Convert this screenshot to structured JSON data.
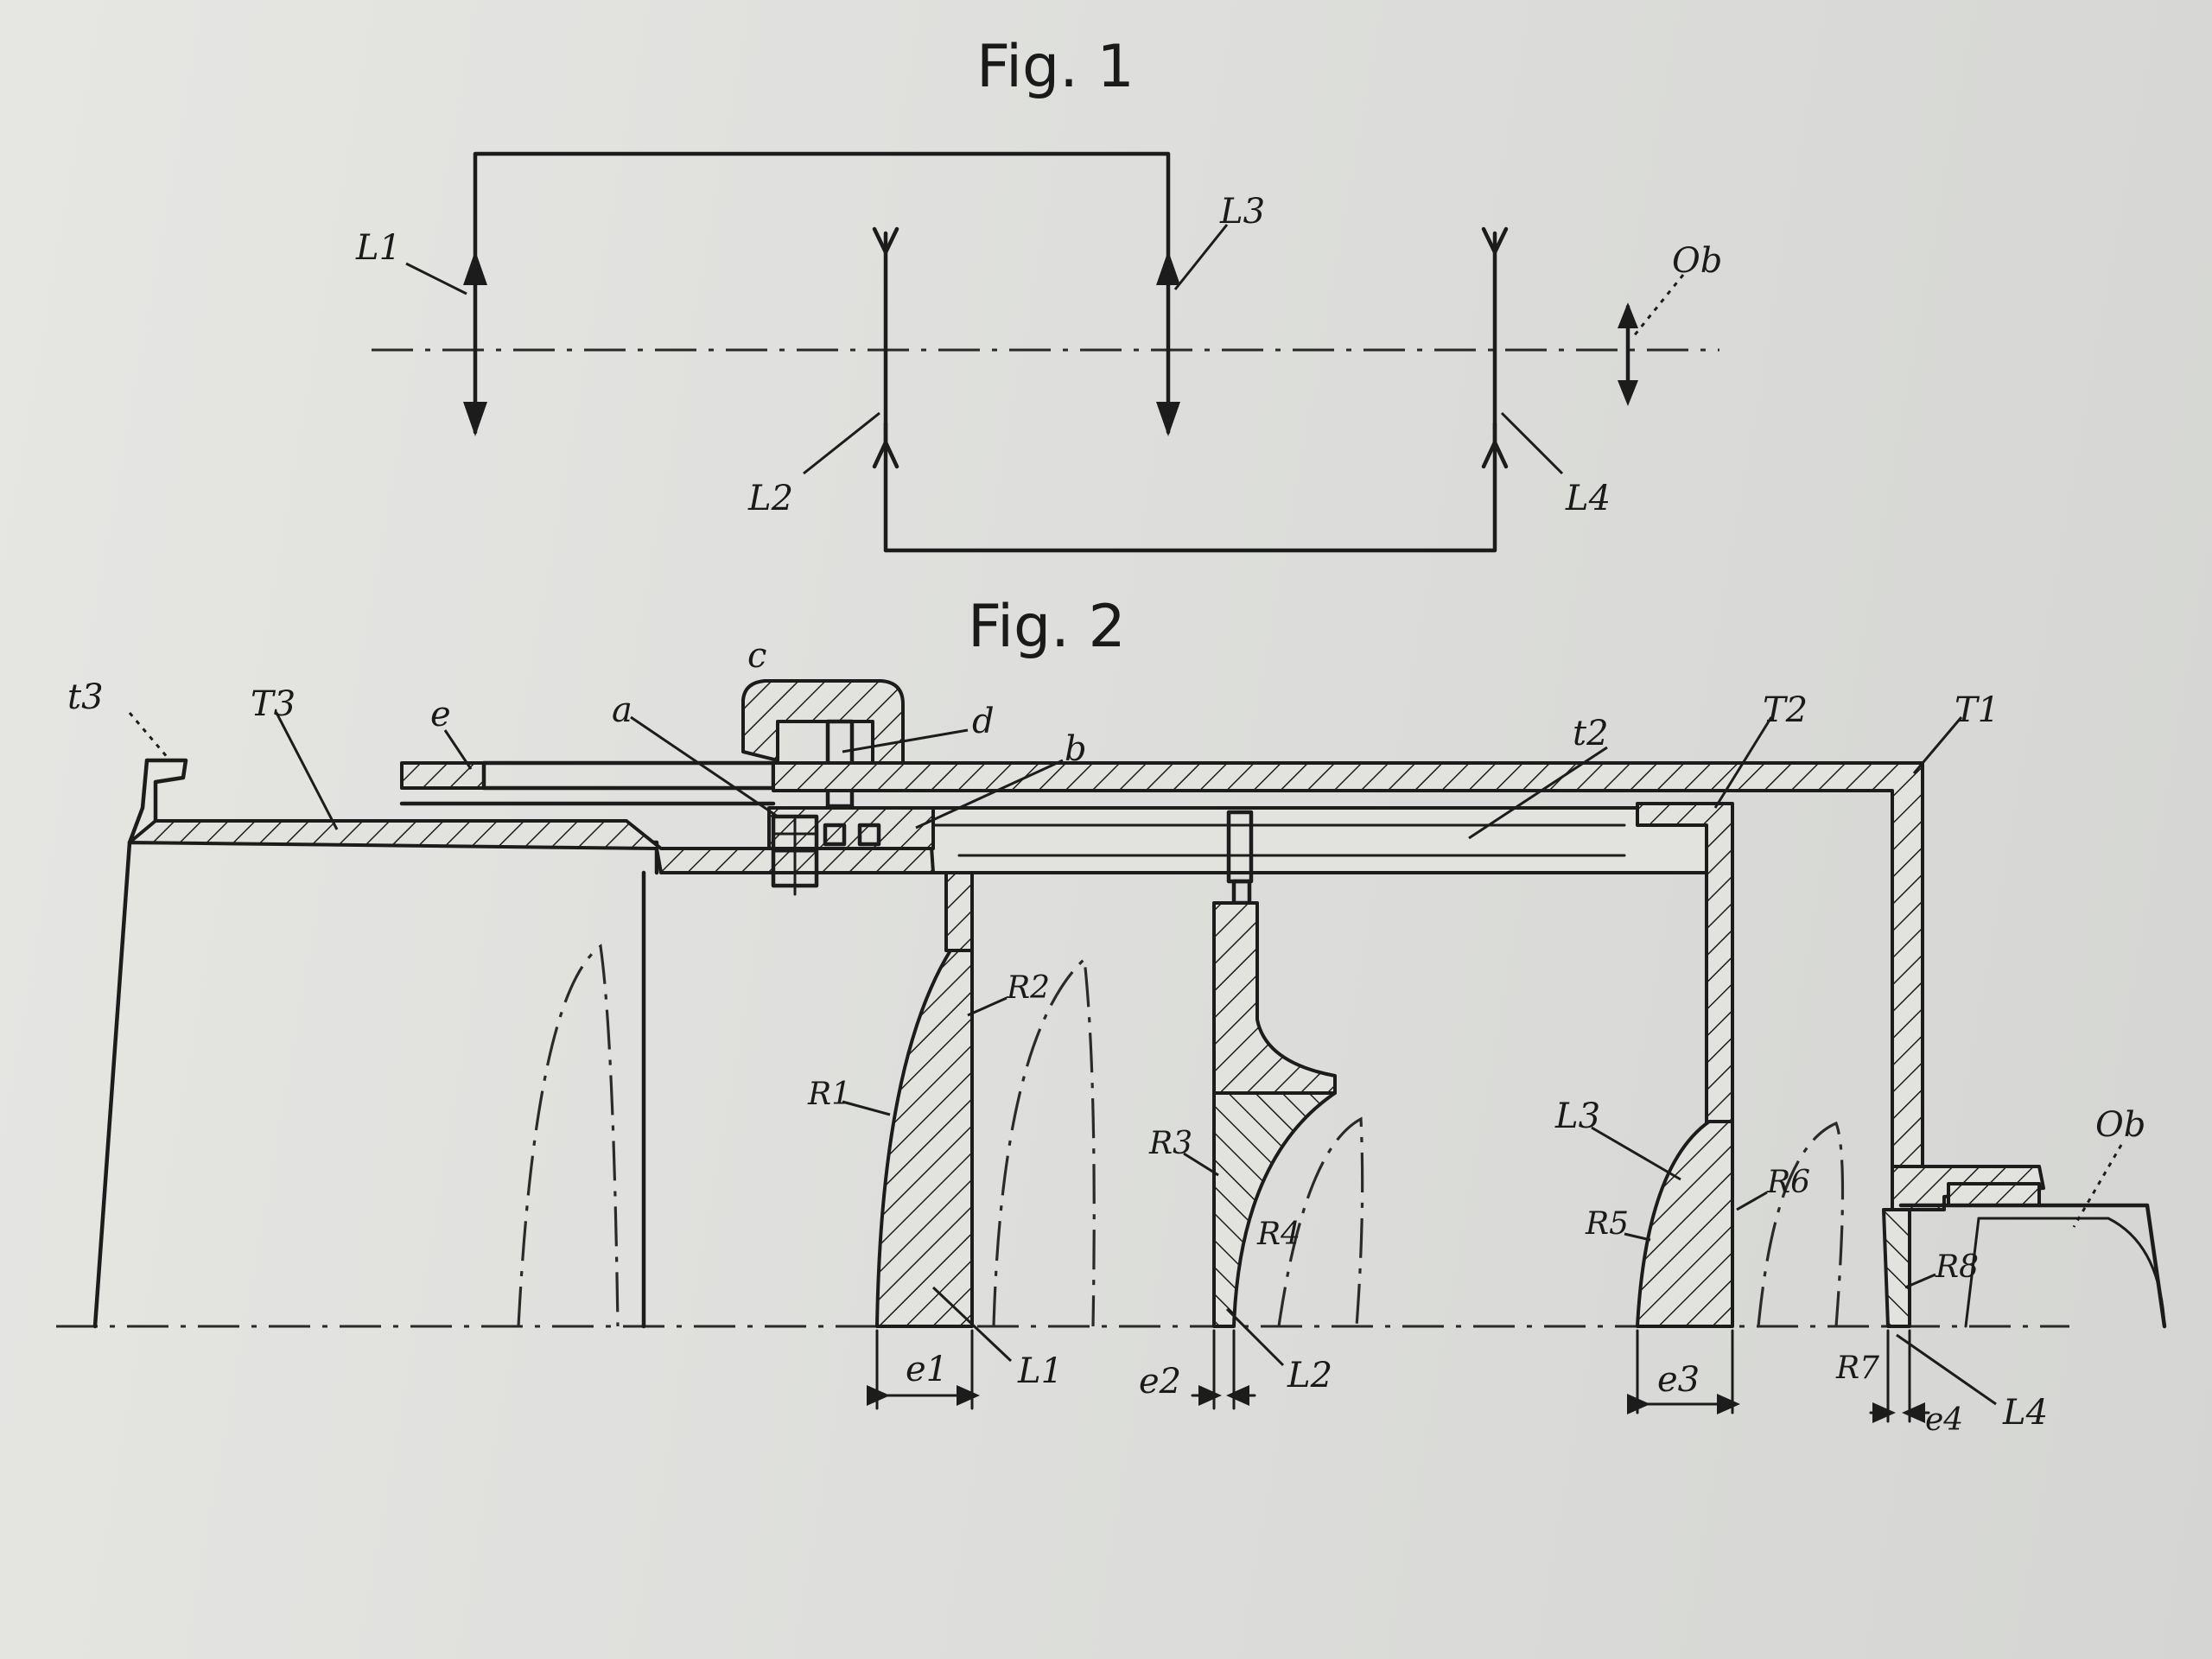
{
  "fig1": {
    "title": "Fig. 1",
    "labels": {
      "L1": "L1",
      "L2": "L2",
      "L3": "L3",
      "L4": "L4",
      "Ob": "Ob"
    }
  },
  "fig2": {
    "title": "Fig. 2",
    "labels": {
      "t3": "t3",
      "T3": "T3",
      "e": "e",
      "a": "a",
      "c": "c",
      "d": "d",
      "b": "b",
      "t2": "t2",
      "T2": "T2",
      "T1": "T1",
      "R1": "R1",
      "R2": "R2",
      "R3": "R3",
      "R4": "R4",
      "R5": "R5",
      "R6": "R6",
      "R7": "R7",
      "R8": "R8",
      "L1": "L1",
      "L2": "L2",
      "L3": "L3",
      "L4": "L4",
      "e1": "e1",
      "e2": "e2",
      "e3": "e3",
      "e4": "e4",
      "Ob": "Ob"
    }
  },
  "colors": {
    "paper": "#e2e2df",
    "ink": "#1c1c1c"
  }
}
